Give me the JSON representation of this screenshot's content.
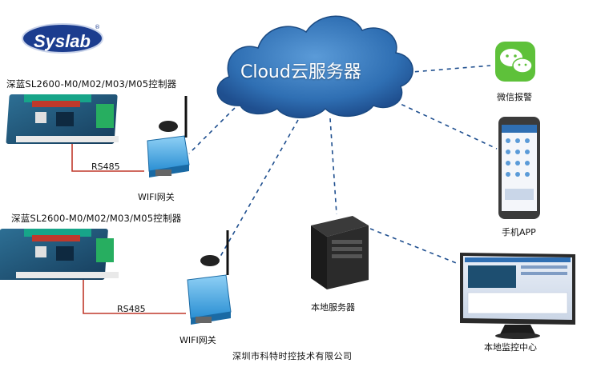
{
  "logo": {
    "brand": "Syslab",
    "registered": "®"
  },
  "cloud": {
    "label": "Cloud云服务器"
  },
  "controllers": [
    {
      "title": "深蓝SL2600-M0/M02/M03/M05控制器",
      "link_label": "RS485",
      "gateway_label": "WIFI网关"
    },
    {
      "title": "深蓝SL2600-M0/M02/M03/M05控制器",
      "link_label": "RS485",
      "gateway_label": "WIFI网关"
    }
  ],
  "endpoints": {
    "wechat": "微信报警",
    "phone": "手机APP",
    "local_server": "本地服务器",
    "monitor": "本地监控中心"
  },
  "footer": "深圳市科特时控技术有限公司",
  "colors": {
    "cloud": "#2f6fb3",
    "link": "#1f4f8f",
    "rs485": "#c0392b",
    "board": "#1d4e70",
    "gateway": "#2a8fd3",
    "wechat": "#5ec13a"
  }
}
